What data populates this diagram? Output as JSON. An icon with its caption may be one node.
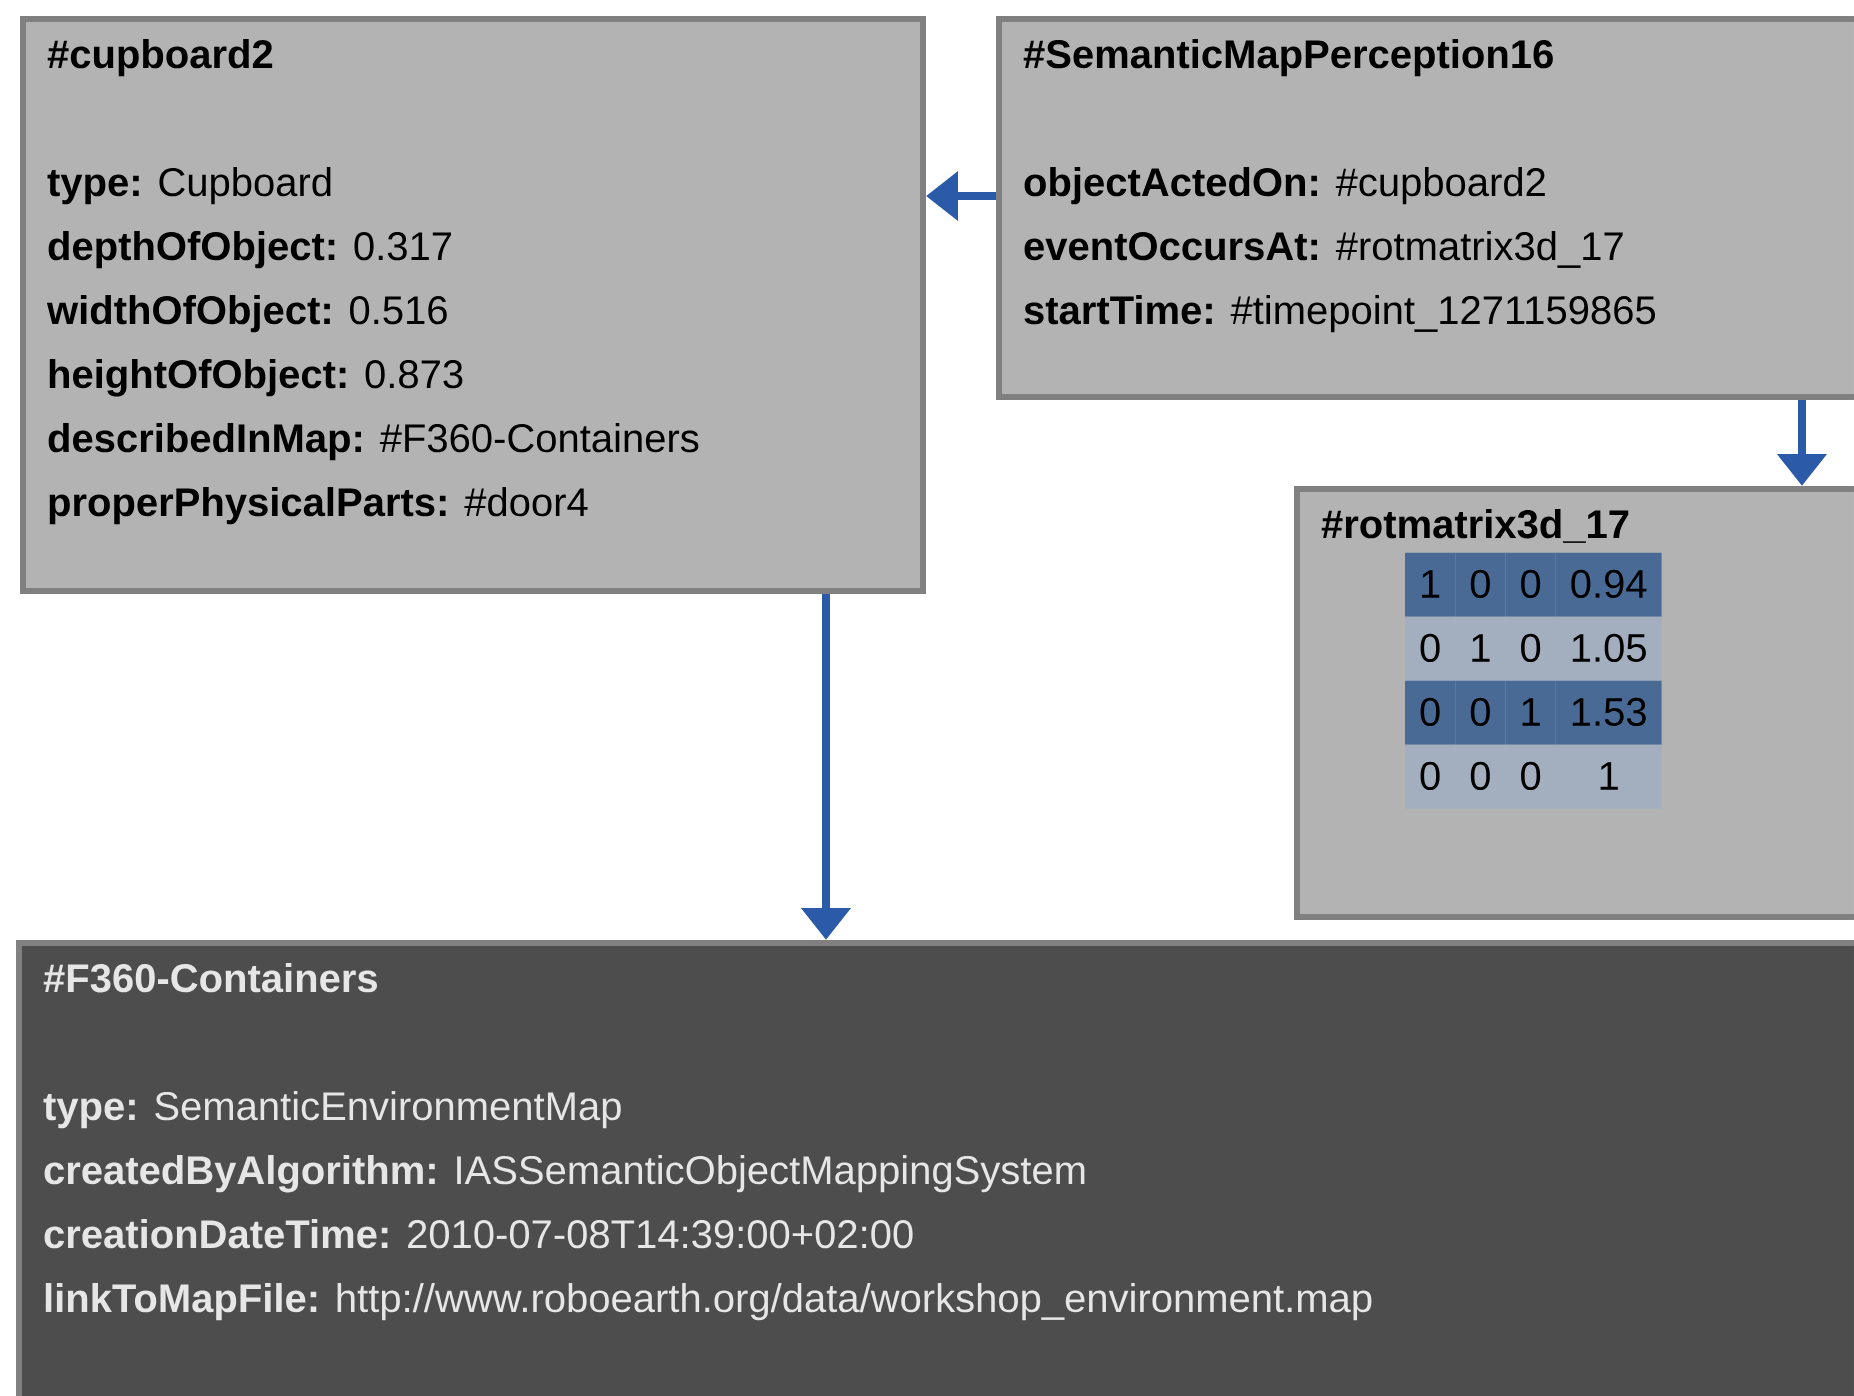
{
  "diagram": {
    "nodes": [
      {
        "text": [
          "#cupboard2",
          "**type:** Cupboard",
          "**depthOfObject:** 0.317",
          "**widthOfObject:** 0.516",
          "**heightOfObject:** 0.873",
          "**describedInMap:** #F360-Containers",
          "**properPhysicalParts:** #door4"
        ]
      },
      {
        "text": [
          "#SemanticMapPerception16",
          "**objectActedOn:** #cupboard2",
          "**eventOccursAt:** #rotmatrix3d_17",
          "**startTime:** #timepoint_1271159865"
        ]
      },
      {
        "text": [
          "#rotmatrix3d_17",
          "1",
          "0",
          "0",
          "0.94",
          "0",
          "1",
          "0",
          "1.05",
          "0",
          "0",
          "1",
          "1.53",
          "0",
          "0",
          "0",
          "1"
        ]
      },
      {
        "text": [
          "#F360-Containers",
          "**type:** SemanticEnvironmentMap",
          "**createdByAlgorithm:** IASSemanticObjectMappingSystem",
          "**creationDateTime:** 2010-07-08T14:39:00+02:00",
          "**linkToMapFile:** http://www.roboearth.org/data/workshop_environment.map"
        ]
      }
    ],
    "edges": [
      {
        "from": 1,
        "to": 0,
        "arrow": "to"
      },
      {
        "from": 1,
        "to": 2,
        "arrow": "to"
      },
      {
        "from": 0,
        "to": 3,
        "arrow": "to"
      }
    ]
  }
}
